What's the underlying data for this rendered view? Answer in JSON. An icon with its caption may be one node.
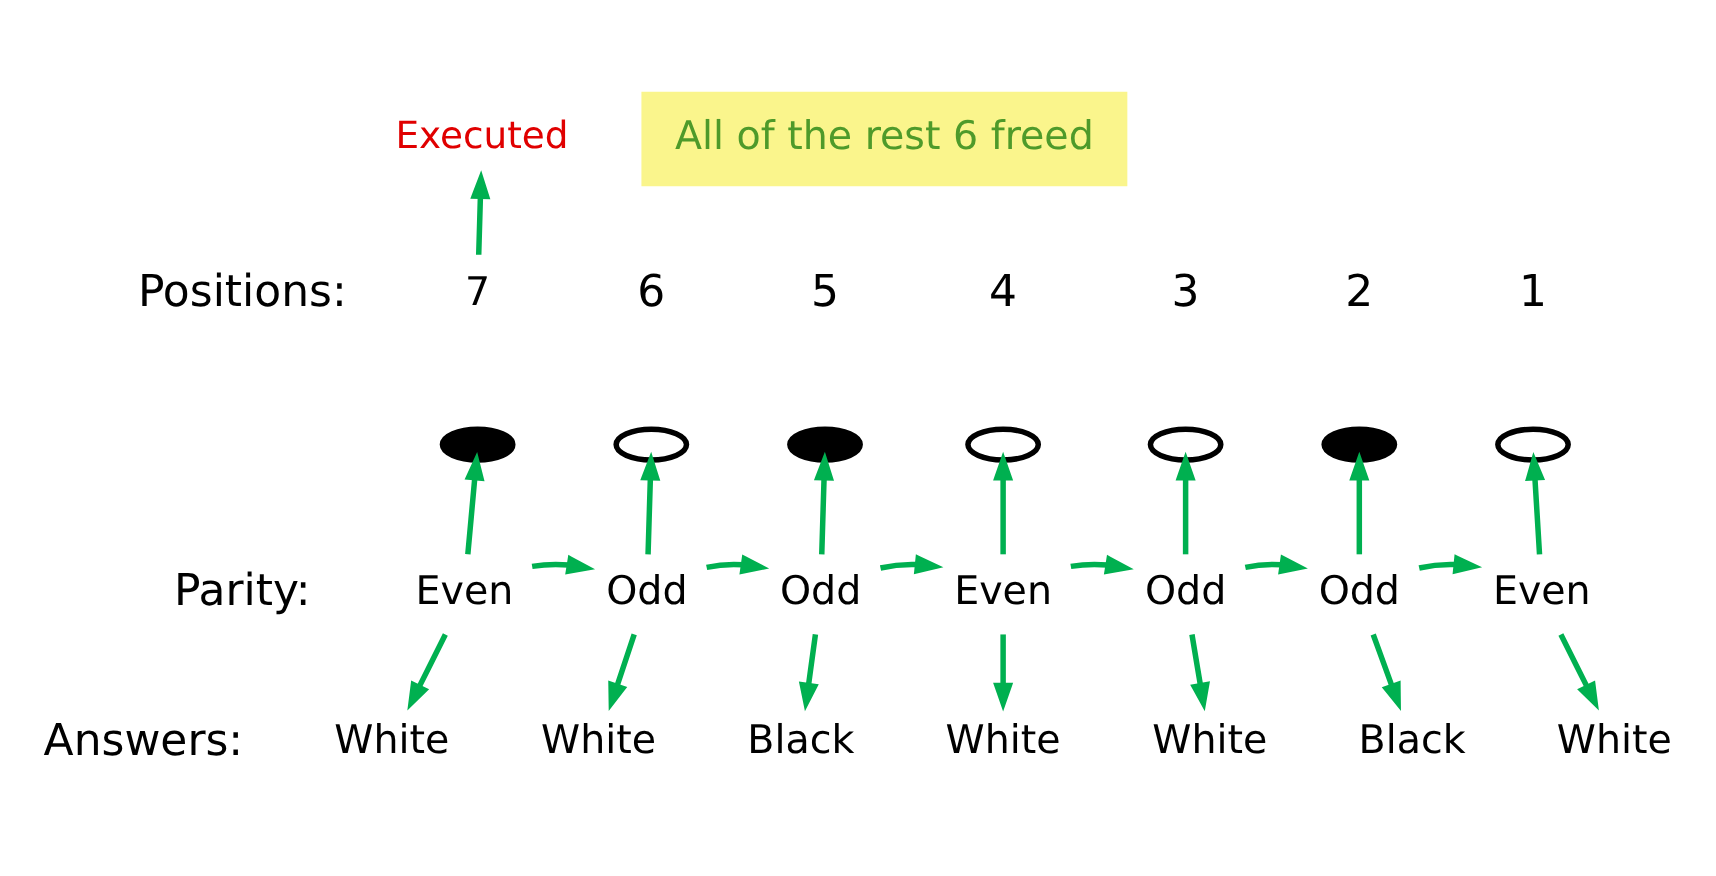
{
  "diagram": {
    "nodes": [
      {
        "text": [
          "Executed"
        ]
      },
      {
        "text": [
          "All of the rest 6 freed"
        ]
      },
      {
        "text": [
          "7"
        ]
      },
      {
        "text": [],
        "shape": "ellipse"
      },
      {
        "text": [],
        "shape": "ellipse"
      },
      {
        "text": [],
        "shape": "ellipse"
      },
      {
        "text": [],
        "shape": "ellipse"
      },
      {
        "text": [],
        "shape": "ellipse"
      },
      {
        "text": [],
        "shape": "ellipse"
      },
      {
        "text": [],
        "shape": "ellipse"
      },
      {
        "text": [
          "Even"
        ]
      },
      {
        "text": [
          "Odd"
        ]
      },
      {
        "text": [
          "Odd"
        ]
      },
      {
        "text": [
          "Even"
        ]
      },
      {
        "text": [
          "Odd"
        ]
      },
      {
        "text": [
          "Odd"
        ]
      },
      {
        "text": [
          "Even"
        ]
      },
      {
        "text": [
          "White"
        ]
      },
      {
        "text": [
          "White"
        ]
      },
      {
        "text": [
          "Black"
        ]
      },
      {
        "text": [
          "White"
        ]
      },
      {
        "text": [
          "White"
        ]
      },
      {
        "text": [
          "Black"
        ]
      },
      {
        "text": [
          "White"
        ]
      }
    ],
    "edges": [
      {
        "from": 2,
        "to": 0,
        "arrow": "to"
      },
      {
        "from": 10,
        "to": 3,
        "arrow": "to"
      },
      {
        "from": 11,
        "to": 4,
        "arrow": "to"
      },
      {
        "from": 12,
        "to": 5,
        "arrow": "to"
      },
      {
        "from": 13,
        "to": 6,
        "arrow": "to"
      },
      {
        "from": 14,
        "to": 7,
        "arrow": "to"
      },
      {
        "from": 15,
        "to": 8,
        "arrow": "to"
      },
      {
        "from": 16,
        "to": 9,
        "arrow": "to"
      },
      {
        "from": 10,
        "to": 17,
        "arrow": "to"
      },
      {
        "from": 10,
        "to": 11,
        "arrow": "to"
      },
      {
        "from": 11,
        "to": 18,
        "arrow": "to"
      },
      {
        "from": 11,
        "to": 12,
        "arrow": "to"
      },
      {
        "from": 12,
        "to": 19,
        "arrow": "to"
      },
      {
        "from": 12,
        "to": 13,
        "arrow": "to"
      },
      {
        "from": 13,
        "to": 20,
        "arrow": "to"
      },
      {
        "from": 13,
        "to": 14,
        "arrow": "to"
      },
      {
        "from": 14,
        "to": 21,
        "arrow": "to"
      },
      {
        "from": 14,
        "to": 15,
        "arrow": "to"
      },
      {
        "from": 15,
        "to": 22,
        "arrow": "to"
      },
      {
        "from": 15,
        "to": 16,
        "arrow": "to"
      },
      {
        "from": 16,
        "to": 23,
        "arrow": "to"
      }
    ],
    "labels": [
      "Positions:",
      "6",
      "5",
      "4",
      "3",
      "2",
      "1",
      "Parity:",
      "Answers:"
    ]
  }
}
